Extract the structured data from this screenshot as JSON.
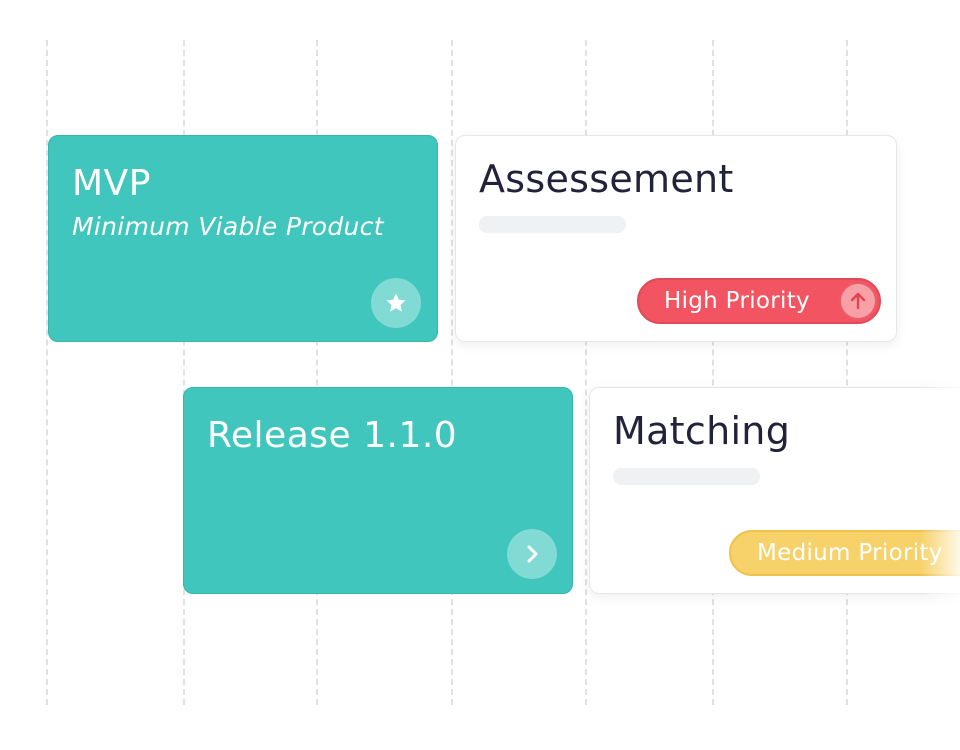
{
  "milestones": [
    {
      "title": "MVP",
      "subtitle": "Minimum Viable Product",
      "action_icon": "star-icon"
    },
    {
      "title": "Release 1.1.0",
      "action_icon": "chevron-right-icon"
    }
  ],
  "tasks": [
    {
      "title": "Assessement",
      "priority": {
        "label": "High Priority",
        "icon": "arrow-up-icon",
        "color": "#f25461"
      }
    },
    {
      "title": "Matching",
      "priority": {
        "label": "Medium Priority",
        "color": "#f7d26a"
      }
    }
  ],
  "colors": {
    "milestone": "#40c6bd",
    "high_priority": "#f25461",
    "medium_priority": "#f7d26a",
    "task_title": "#22223b"
  }
}
